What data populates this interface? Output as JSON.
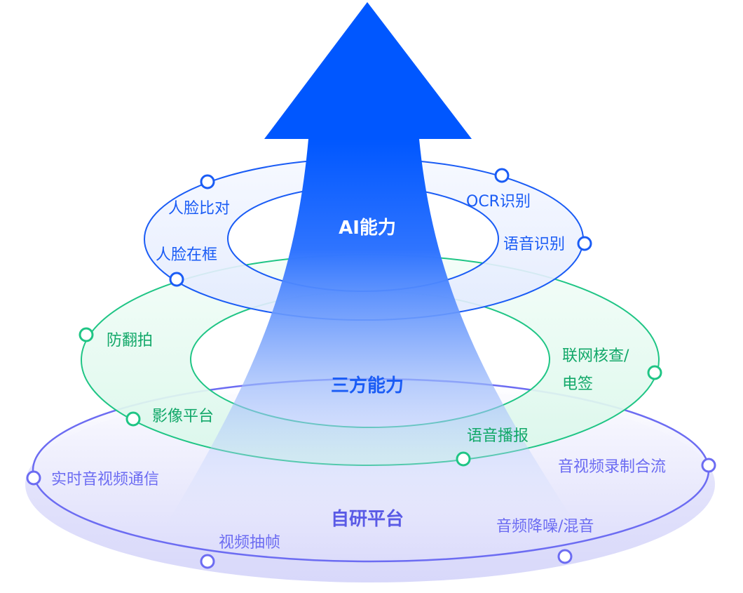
{
  "colors": {
    "ai": "#1a5cf5",
    "third_party": "#1fc585",
    "platform": "#6c6cf2",
    "arrow": "#0057ff"
  },
  "layers": {
    "ai": {
      "title": "AI能力",
      "items": [
        "人脸比对",
        "OCR识别",
        "语音识别",
        "人脸在框"
      ]
    },
    "third_party": {
      "title": "三方能力",
      "items": [
        "防翻拍",
        "联网核查/",
        "电签",
        "影像平台",
        "语音播报"
      ]
    },
    "platform": {
      "title": "自研平台",
      "items": [
        "实时音视频通信",
        "音视频录制合流",
        "视频抽帧",
        "音频降噪/混音"
      ]
    }
  }
}
